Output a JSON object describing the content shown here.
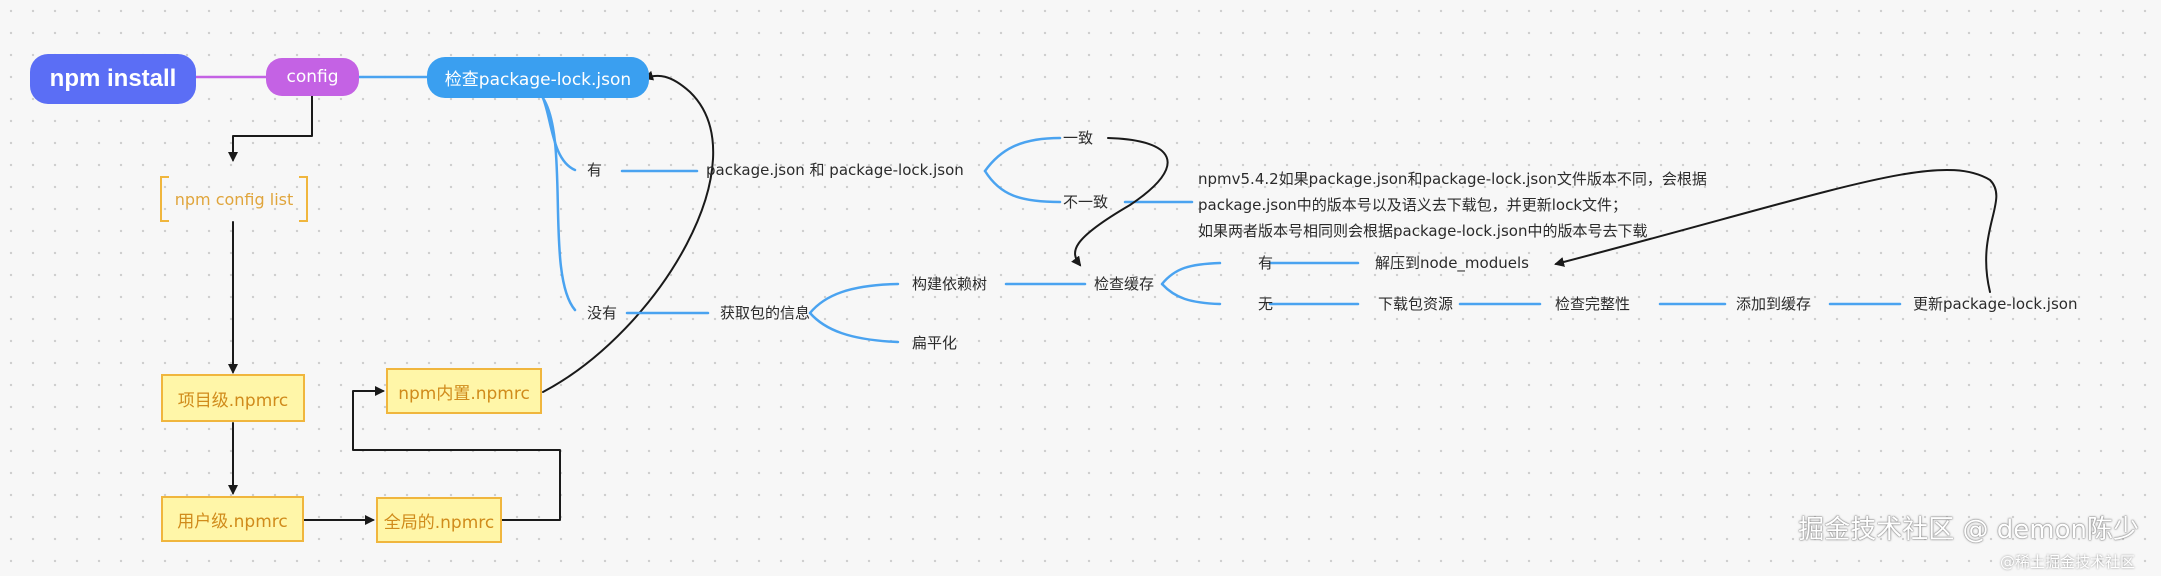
{
  "colors": {
    "root": "#5b6ef5",
    "config": "#c462e4",
    "check_lock": "#3a9ff0",
    "blue_line": "#4aa3f0",
    "yellow_fill": "#fff6a8",
    "yellow_border": "#f0b63d"
  },
  "nodes": {
    "npm_install": "npm install",
    "config": "config",
    "check_lock": "检查package-lock.json",
    "npm_config_list": "npm config list",
    "project_npmrc": "项目级.npmrc",
    "builtin_npmrc": "npm内置.npmrc",
    "user_npmrc": "用户级.npmrc",
    "global_npmrc": "全局的.npmrc"
  },
  "labels": {
    "has": "有",
    "has_not": "没有",
    "compare": "package.json  和  package-lock.json",
    "consistent": "一致",
    "inconsistent": "不一致",
    "note": [
      "npmv5.4.2如果package.json和package-lock.json文件版本不同，会根据",
      "package.json中的版本号以及语义去下载包，并更新lock文件；",
      "如果两者版本号相同则会根据package-lock.json中的版本号去下载"
    ],
    "get_info": "获取包的信息",
    "build_tree": "构建依赖树",
    "flatten": "扁平化",
    "check_cache": "检查缓存",
    "cache_has": "有",
    "cache_none": "无",
    "unzip": "解压到node_moduels",
    "download": "下载包资源",
    "check_integrity": "检查完整性",
    "add_cache": "添加到缓存",
    "update_lock": "更新package-lock.json"
  },
  "watermark": {
    "main": "掘金技术社区 @ demon陈少",
    "sub": "@稀土掘金技术社区"
  }
}
